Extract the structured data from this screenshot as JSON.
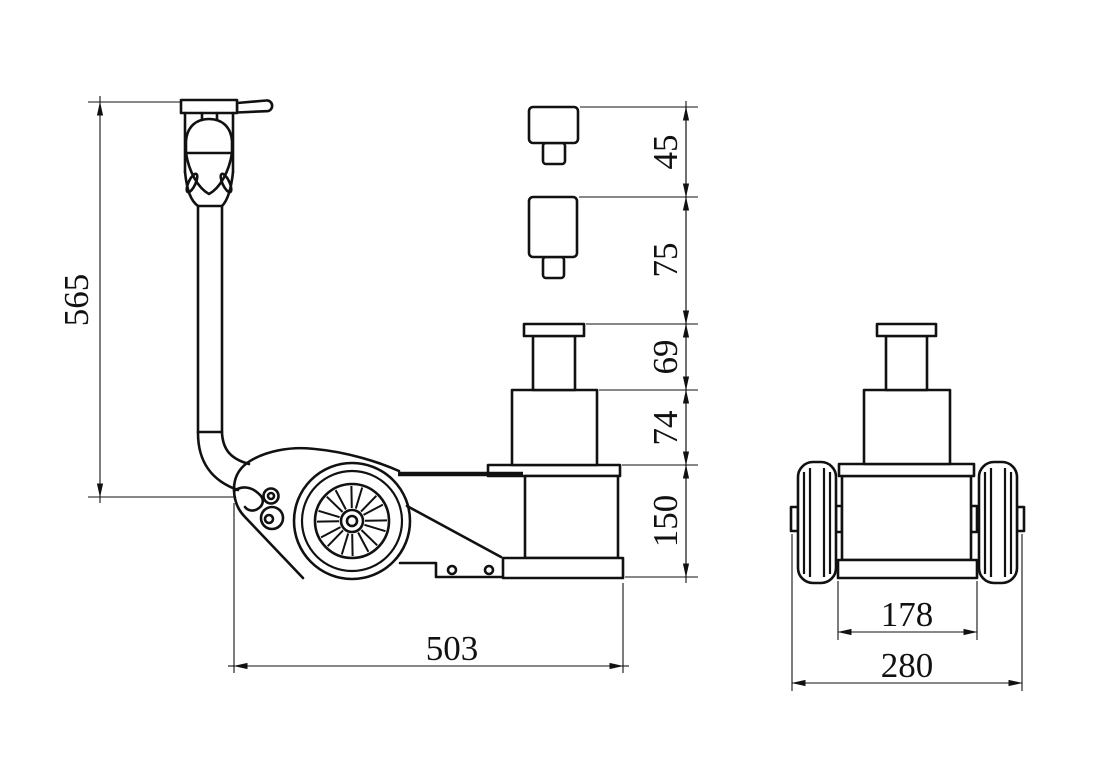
{
  "drawing": {
    "dimensions": {
      "overall_height": "565",
      "adapter_small": "45",
      "adapter_large": "75",
      "piston_top": "69",
      "piston_mid": "74",
      "chassis": "150",
      "overall_length": "503",
      "frame_width": "178",
      "overall_width": "280"
    }
  }
}
